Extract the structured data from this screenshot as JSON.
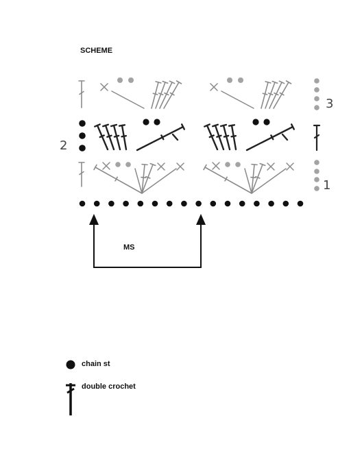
{
  "title": "SCHEME",
  "row_numbers": [
    "1",
    "2",
    "3"
  ],
  "repeat_label": "MS",
  "legend": [
    {
      "icon": "chain-stitch-icon",
      "label": "chain st"
    },
    {
      "icon": "double-crochet-icon",
      "label": "double crochet"
    }
  ],
  "colors": {
    "ink": "#111111",
    "grey_symbol": "#8a8a8a",
    "grey_dot": "#a3a3a3",
    "dark_stroke": "#222222"
  }
}
